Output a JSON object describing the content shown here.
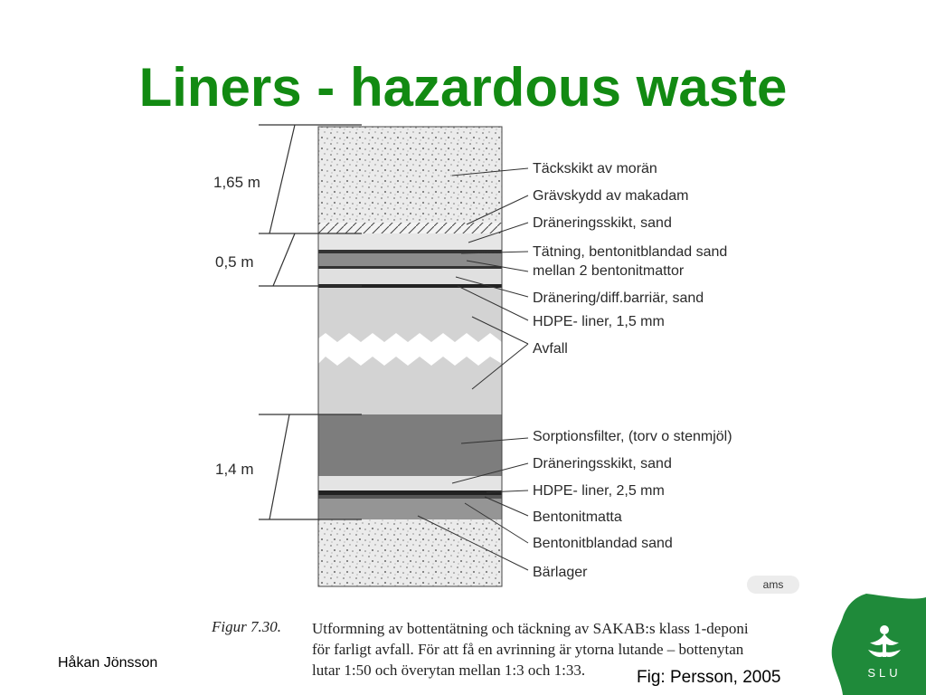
{
  "slide": {
    "title": "Liners  - hazardous waste",
    "author": "Håkan Jönsson",
    "source": "Fig: Persson, 2005"
  },
  "diagram": {
    "dimensions": [
      {
        "label": "1,65 m"
      },
      {
        "label": "0,5 m"
      },
      {
        "label": "1,4 m"
      }
    ],
    "layer_labels": [
      "Täckskikt av morän",
      "Grävskydd av makadam",
      "Dräneringsskikt, sand",
      "Tätning, bentonitblandad sand",
      "mellan 2 bentonitmattor",
      "Dränering/diff.barriär, sand",
      "HDPE- liner, 1,5 mm",
      "Avfall",
      "Sorptionsfilter, (torv o stenmjöl)",
      "Dräneringsskikt, sand",
      "HDPE- liner, 2,5 mm",
      "Bentonitmatta",
      "Bentonitblandad sand",
      "Bärlager"
    ],
    "watermark": "ams",
    "colors": {
      "moraine": "#e8e8e8",
      "sand": "#dcdcdc",
      "waste": "#d3d3d3",
      "bentonite_sand": "#8c8c8c",
      "sorption": "#7d7d7d",
      "liner": "#222222"
    }
  },
  "caption": {
    "label": "Figur 7.30.",
    "lines": [
      "Utformning av bottentätning och täckning av SAKAB:s klass 1-deponi",
      "för farligt avfall. För att få en avrinning är ytorna lutande – bottenytan",
      "lutar 1:50 och överytan mellan 1:3 och 1:33."
    ]
  },
  "logo": {
    "text": "SLU",
    "color": "#1f8a3a"
  }
}
